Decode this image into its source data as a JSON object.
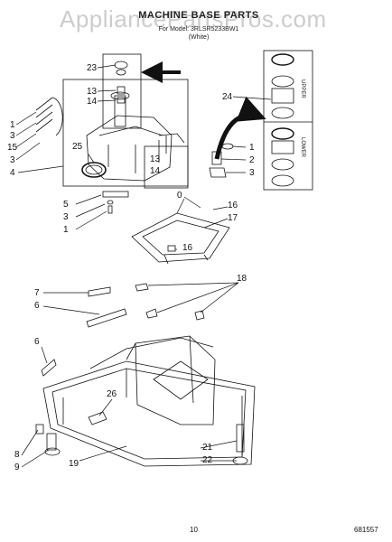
{
  "header": {
    "title": "MACHINE BASE PARTS",
    "subtitle_line1": "For Model: 3RLSR5233BW1",
    "subtitle_line2": "(White)"
  },
  "watermark": "AppliancePartsPros.com",
  "callouts": {
    "c23": "23",
    "c13a": "13",
    "c14a": "14",
    "c24": "24",
    "c1a": "1",
    "c3a": "3",
    "c15": "15",
    "c3b": "3",
    "c4": "4",
    "c25": "25",
    "c1b": "1",
    "c2": "2",
    "c3c": "3",
    "c13b": "13",
    "c14b": "14",
    "c5": "5",
    "c3d": "3",
    "c1c": "1",
    "c0": "0",
    "c16a": "16",
    "c17": "17",
    "c16b": "16",
    "c7": "7",
    "c6a": "6",
    "c18": "18",
    "c6b": "6",
    "c26": "26",
    "c8": "8",
    "c9": "9",
    "c19": "19",
    "c21": "21",
    "c22": "22"
  },
  "box_labels": {
    "upper": "UPPER",
    "lower": "LOWER"
  },
  "footer": {
    "page": "10",
    "code": "681557"
  }
}
